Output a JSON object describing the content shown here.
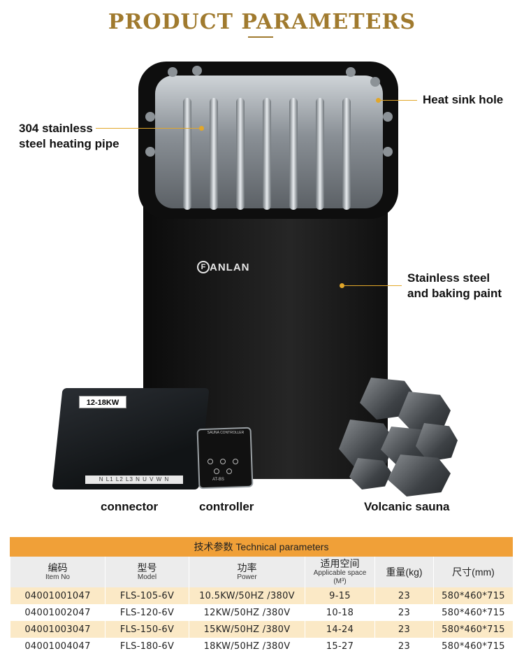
{
  "title": "PRODUCT PARAMETERS",
  "callouts": {
    "heat_sink": "Heat sink hole",
    "pipe_line1": "304 stainless",
    "pipe_line2": "steel heating pipe",
    "paint_line1": "Stainless steel",
    "paint_line2": "and baking paint"
  },
  "brand": "ANLAN",
  "brand_mark": "F",
  "connector_badge": "12-18KW",
  "connector_terminals": "N L1 L2 L3 N U V W N",
  "controller_title": "SAUNA CONTROLLER",
  "controller_model": "AT-BS",
  "captions": {
    "connector": "connector",
    "controller": "controller",
    "stones": "Volcanic sauna"
  },
  "colors": {
    "accent": "#a07a2e",
    "table_header": "#f0a038",
    "row_alt": "#fbe9c6",
    "leader": "#e2a72a"
  },
  "table": {
    "heading": "技术参数 Technical parameters",
    "columns": [
      {
        "cn": "编码",
        "en": "Item No"
      },
      {
        "cn": "型号",
        "en": "Model"
      },
      {
        "cn": "功率",
        "en": "Power"
      },
      {
        "cn": "适用空间",
        "en": "Applicable space",
        "unit": "(M³)"
      },
      {
        "cn": "重量(kg)",
        "en": ""
      },
      {
        "cn": "尺寸(mm)",
        "en": ""
      }
    ],
    "rows": [
      [
        "04001001047",
        "FLS-105-6V",
        "10.5KW/50HZ /380V",
        "9-15",
        "23",
        "580*460*715"
      ],
      [
        "04001002047",
        "FLS-120-6V",
        "12KW/50HZ /380V",
        "10-18",
        "23",
        "580*460*715"
      ],
      [
        "04001003047",
        "FLS-150-6V",
        "15KW/50HZ /380V",
        "14-24",
        "23",
        "580*460*715"
      ],
      [
        "04001004047",
        "FLS-180-6V",
        "18KW/50HZ /380V",
        "15-27",
        "23",
        "580*460*715"
      ]
    ]
  }
}
